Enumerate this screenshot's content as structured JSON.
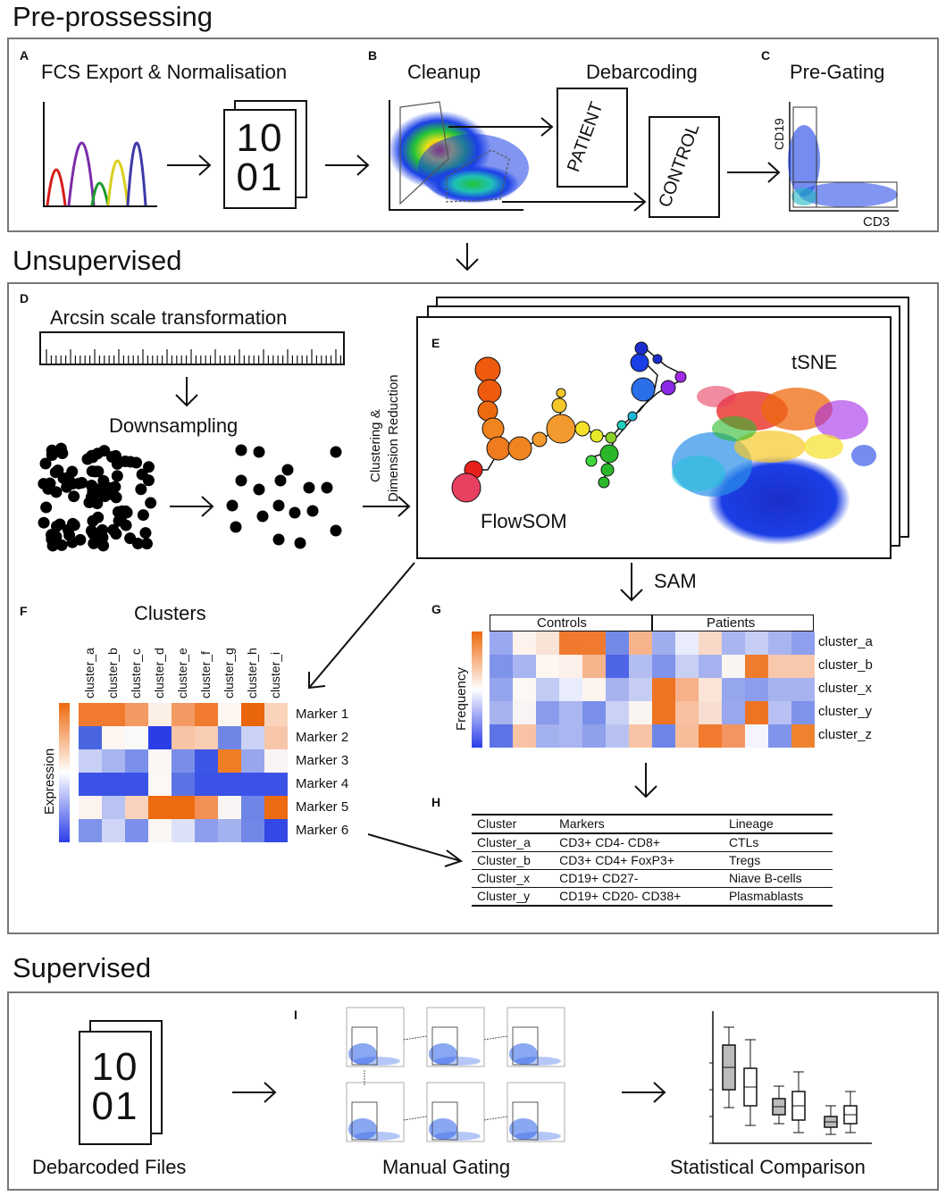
{
  "sections": {
    "pre": "Pre-prossessing",
    "unsup": "Unsupervised",
    "sup": "Supervised"
  },
  "panelA": {
    "letter": "A",
    "title": "FCS Export & Normalisation",
    "binary_top": "10",
    "binary_bottom": "01"
  },
  "panelB": {
    "letter": "B",
    "title": "Cleanup",
    "debarcoding": "Debarcoding",
    "patient": "PATIENT",
    "control": "CONTROL"
  },
  "panelC": {
    "letter": "C",
    "title": "Pre-Gating",
    "yaxis": "CD19",
    "xaxis": "CD3"
  },
  "panelD": {
    "letter": "D",
    "title": "Arcsin scale transformation",
    "downsampling": "Downsampling",
    "side_label_1": "Clustering &",
    "side_label_2": "Dimension Reduction"
  },
  "panelE": {
    "letter": "E",
    "tsne": "tSNE",
    "flowsom": "FlowSOM",
    "sam": "SAM"
  },
  "panelF": {
    "letter": "F",
    "title": "Clusters",
    "ylabel": "Expression",
    "columns": [
      "cluster_a",
      "cluster_b",
      "cluster_c",
      "cluster_d",
      "cluster_e",
      "cluster_f",
      "cluster_g",
      "cluster_h",
      "cluster_i"
    ],
    "rows": [
      "Marker 1",
      "Marker 2",
      "Marker 3",
      "Marker 4",
      "Marker 5",
      "Marker 6"
    ],
    "colors": [
      [
        "#f07a2e",
        "#f07a2e",
        "#f39a63",
        "#fbeee6",
        "#f39a63",
        "#f07a2e",
        "#fdf5f0",
        "#e8650a",
        "#fbd3bb"
      ],
      [
        "#4a65e0",
        "#fdf6f1",
        "#fbf8f8",
        "#2a3ee8",
        "#f8c4a6",
        "#f9cdb2",
        "#6f86e5",
        "#c9d1f5",
        "#f7c6a9"
      ],
      [
        "#c8cff6",
        "#a7b4f0",
        "#7b90ea",
        "#fbf7f5",
        "#7a8ee9",
        "#3b55e4",
        "#ef7d25",
        "#98a6ee",
        "#f9f5f4"
      ],
      [
        "#3b52e6",
        "#3b52e6",
        "#3b52e6",
        "#fdf8f5",
        "#5c73e6",
        "#3b52e6",
        "#3b52e6",
        "#3b52e6",
        "#3b52e6"
      ],
      [
        "#fdf3ee",
        "#b9c3f3",
        "#f9d2bb",
        "#ee6a0e",
        "#ee6a0e",
        "#f39155",
        "#f8f5f4",
        "#6e84e6",
        "#ec6a12"
      ],
      [
        "#7e93ea",
        "#ced5f6",
        "#7b90ea",
        "#faf6f4",
        "#dde1f8",
        "#8d9dec",
        "#a4b1ef",
        "#7087e8",
        "#3348e4"
      ]
    ]
  },
  "panelG": {
    "letter": "G",
    "controls": "Controls",
    "patients": "Patients",
    "ylabel": "Frequency",
    "rows": [
      "cluster_a",
      "cluster_b",
      "cluster_x",
      "cluster_y",
      "cluster_z"
    ],
    "colors": [
      [
        "#9aa9ef",
        "#fdf3ec",
        "#f9e3d6",
        "#ef7a2e",
        "#f07a2e",
        "#7289e8",
        "#f7b48c",
        "#9fadef",
        "#e8ecfb",
        "#f8d8c6",
        "#a8b5f0",
        "#c6cef5",
        "#a7b4f0",
        "#8e9fed"
      ],
      [
        "#7e93ea",
        "#a8b5f0",
        "#fdf6f1",
        "#fbf0ea",
        "#f6b48d",
        "#4d66e5",
        "#b2bdf2",
        "#7f93ea",
        "#c7cff5",
        "#a5b2ef",
        "#fbf5f2",
        "#ef7c2d",
        "#f8c8ad",
        "#f8c8ad"
      ],
      [
        "#94a4ee",
        "#fbf8f6",
        "#c2cbf4",
        "#e9ecfb",
        "#fdf4ef",
        "#a6b3ef",
        "#c5cdf5",
        "#ee7424",
        "#f6b18a",
        "#fae4d7",
        "#95a5ee",
        "#8c9dec",
        "#a6b3ef",
        "#a6b3ef"
      ],
      [
        "#a6b3ef",
        "#f8f4f3",
        "#8a9bec",
        "#aab6f0",
        "#7a8fea",
        "#c9d1f5",
        "#fbf5f2",
        "#ee7424",
        "#f7c09f",
        "#f7ded0",
        "#98a7ee",
        "#ee7424",
        "#b7c1f3",
        "#7e93ea"
      ],
      [
        "#5c74e6",
        "#f8c3a5",
        "#a3b1ef",
        "#aab6f0",
        "#8fa0ed",
        "#b8c2f2",
        "#f7c4a6",
        "#6e85e8",
        "#f7bd9a",
        "#f07a2e",
        "#f39561",
        "#f4f5fc",
        "#7f94ea",
        "#ef822f"
      ]
    ]
  },
  "panelH": {
    "letter": "H",
    "headers": [
      "Cluster",
      "Markers",
      "Lineage"
    ],
    "rows": [
      [
        "Cluster_a",
        "CD3+ CD4- CD8+",
        "CTLs"
      ],
      [
        "Cluster_b",
        "CD3+ CD4+ FoxP3+",
        "Tregs"
      ],
      [
        "Cluster_x",
        "CD19+ CD27-",
        "Niave B-cells"
      ],
      [
        "Cluster_y",
        "CD19+ CD20- CD38+",
        "Plasmablasts"
      ]
    ]
  },
  "panelI": {
    "letter": "I",
    "files": "Debarcoded Files",
    "gating": "Manual Gating",
    "stats": "Statistical Comparison",
    "binary_top": "10",
    "binary_bottom": "01"
  },
  "colors": {
    "orange": "#ee6a0e",
    "blue": "#2a3ee8",
    "panel_border": "#777777"
  }
}
